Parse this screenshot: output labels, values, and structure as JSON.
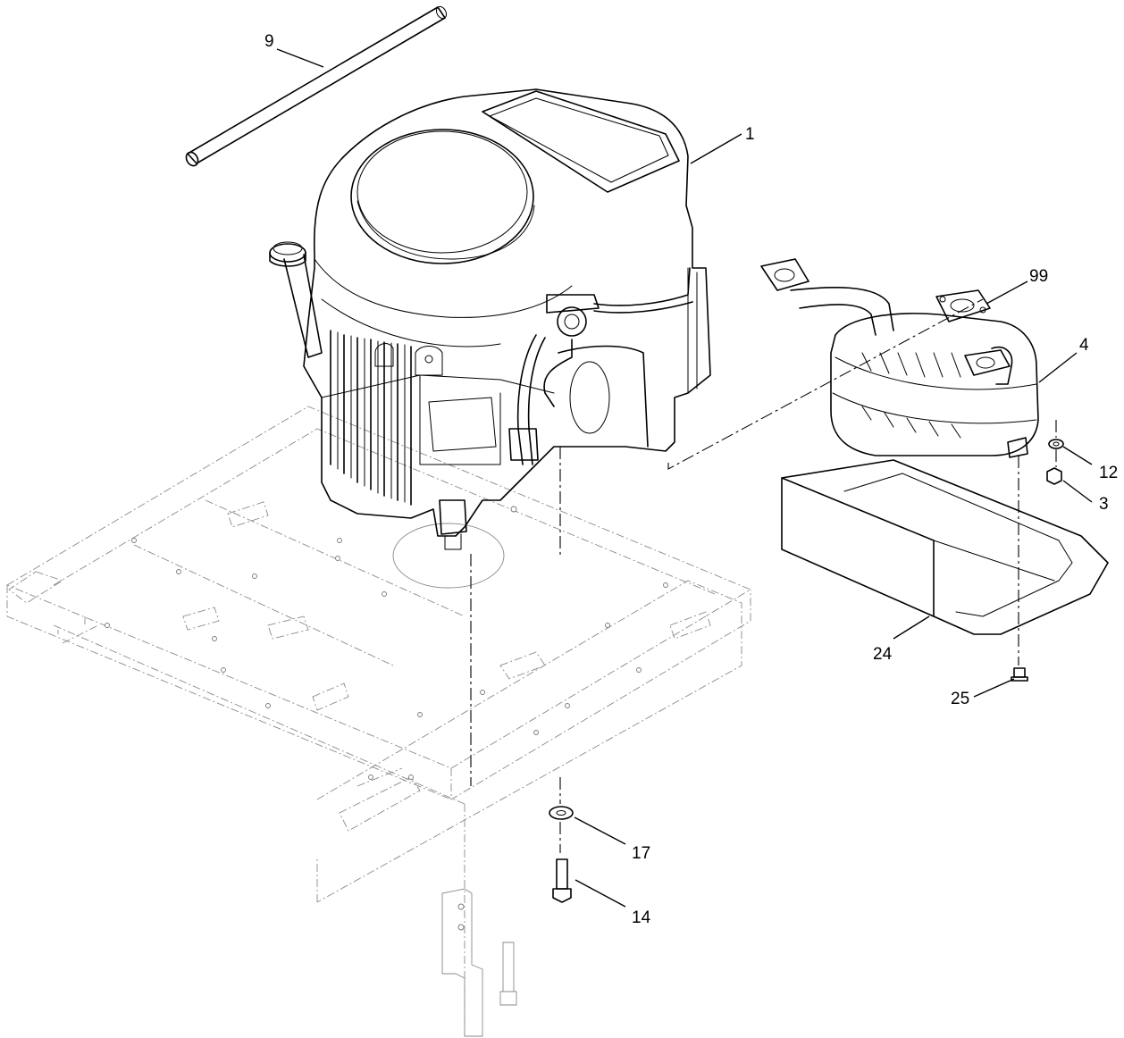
{
  "callouts": [
    {
      "id": "c1",
      "label": "1"
    },
    {
      "id": "c3",
      "label": "3"
    },
    {
      "id": "c4",
      "label": "4"
    },
    {
      "id": "c9",
      "label": "9"
    },
    {
      "id": "c12",
      "label": "12"
    },
    {
      "id": "c14",
      "label": "14"
    },
    {
      "id": "c17",
      "label": "17"
    },
    {
      "id": "c24",
      "label": "24"
    },
    {
      "id": "c25",
      "label": "25"
    },
    {
      "id": "c99",
      "label": "99"
    }
  ],
  "colors": {
    "line": "#000000",
    "ghost": "#8a8a8a",
    "background": "#ffffff"
  }
}
